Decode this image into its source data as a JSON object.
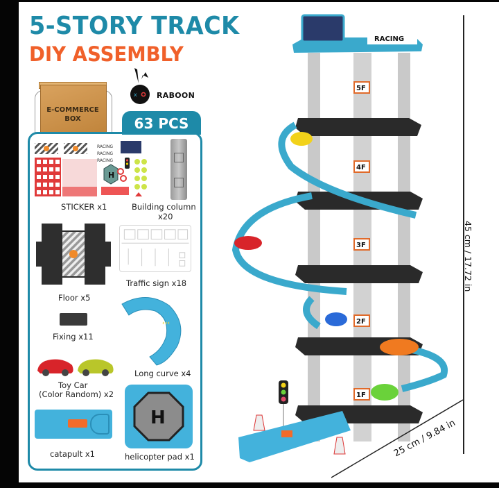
{
  "header": {
    "title_line1": "5-STORY TRACK",
    "title_line2": "DIY ASSEMBLY"
  },
  "packaging": {
    "box_label_line1": "E-COMMERCE",
    "box_label_line2": "BOX"
  },
  "brand": {
    "name": "RABOON"
  },
  "parts_panel": {
    "count_badge": "63 PCS",
    "items": [
      {
        "label": "STICKER x1"
      },
      {
        "label": "Building column",
        "label2": "x20"
      },
      {
        "label": "Floor x5"
      },
      {
        "label": "Traffic sign x18"
      },
      {
        "label": "Fixing x11"
      },
      {
        "label": "Long curve x4"
      },
      {
        "label": "Toy Car",
        "label2": "(Color Random) x2"
      },
      {
        "label": "catapult x1"
      },
      {
        "label": "helicopter pad x1"
      }
    ]
  },
  "product": {
    "roof_sign": "RACING",
    "floors": [
      "5F",
      "4F",
      "3F",
      "2F",
      "1F"
    ],
    "helipad_letter": "H"
  },
  "dimensions": {
    "height": "45 cm / 17.72 in",
    "width": "25 cm / 9.84 in"
  },
  "colors": {
    "teal": "#1e8aa8",
    "orange": "#f0602a",
    "track_blue": "#3aa9cc",
    "floor_black": "#2a2a2a",
    "column_grey": "#c9c9c9"
  }
}
